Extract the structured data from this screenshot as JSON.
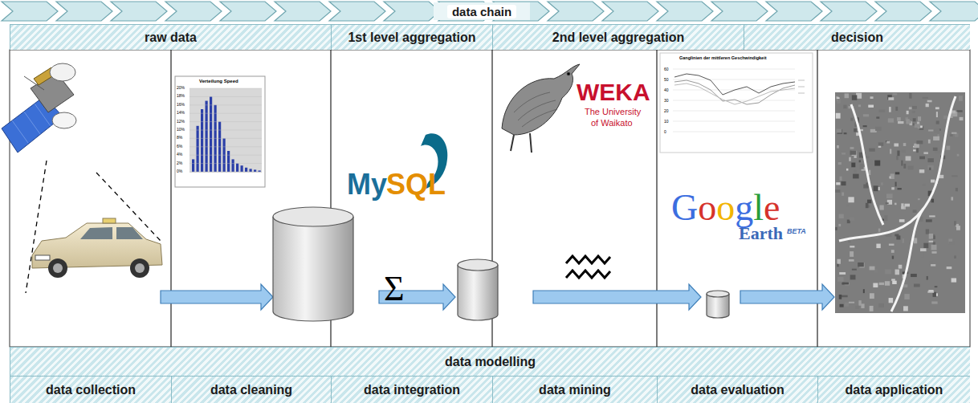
{
  "diagram": {
    "nodes": [
      {
        "text": [
          "data chain"
        ]
      },
      {
        "text": [
          "raw data"
        ]
      },
      {
        "text": [
          "1st level aggregation"
        ]
      },
      {
        "text": [
          "2nd level aggregation"
        ]
      },
      {
        "text": [
          "decision"
        ]
      },
      {
        "text": [
          "data modelling"
        ]
      },
      {
        "text": [
          "data collection"
        ]
      },
      {
        "text": [
          "data cleaning"
        ]
      },
      {
        "text": [
          "data integration"
        ]
      },
      {
        "text": [
          "data mining"
        ]
      },
      {
        "text": [
          "data evaluation"
        ]
      },
      {
        "text": [
          "data application"
        ]
      }
    ],
    "labels": [
      "Verteilung Speed",
      "20%",
      "18%",
      "16%",
      "14%",
      "12%",
      "10%",
      "8%",
      "6%",
      "4%",
      "2%",
      "0%",
      "My",
      "SQL",
      "WEKA",
      "The University",
      "of Waikato",
      "Ganglinien der mittleren Geschwindigkeit",
      "60",
      "50",
      "40",
      "30",
      "20",
      "10",
      "0",
      "Google",
      "Earth",
      "BETA",
      "Σ"
    ]
  }
}
